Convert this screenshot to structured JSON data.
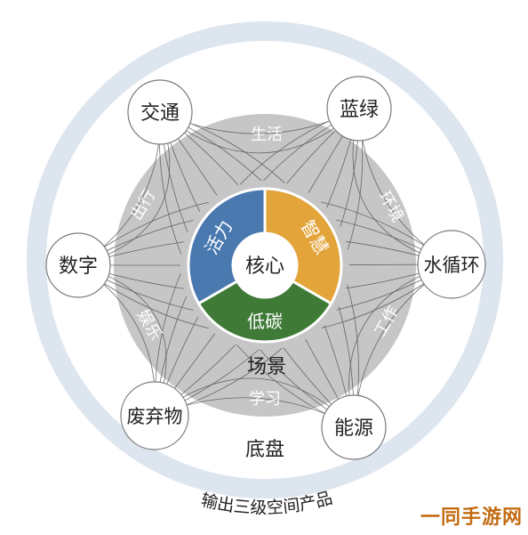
{
  "core": {
    "label": "核心"
  },
  "sectors": {
    "vitality": "活力",
    "smart": "智慧",
    "low_carbon": "低碳"
  },
  "ring_labels": {
    "life": "生活",
    "environment": "环境",
    "work": "工作",
    "study": "学习",
    "entertainment": "娱乐",
    "travel": "出行"
  },
  "scene_label": "场景",
  "base_label": "底盘",
  "outer_caption": "输出三级空间产品",
  "nodes": {
    "transport": "交通",
    "green": "蓝绿",
    "water_cycle": "水循环",
    "energy": "能源",
    "waste": "废弃物",
    "digital": "数字"
  },
  "watermark": "一同手游网",
  "colors": {
    "outer_ring": "#dde5ee",
    "gray_disc": "#c6c6c6",
    "sector_blue": "#4a79b0",
    "sector_yellow": "#e3a43a",
    "sector_green": "#3f7a37",
    "node_border": "#7a7a7a",
    "web_lines": "#4d4d4d",
    "white_text": "#ffffff",
    "dark_text": "#222222"
  }
}
